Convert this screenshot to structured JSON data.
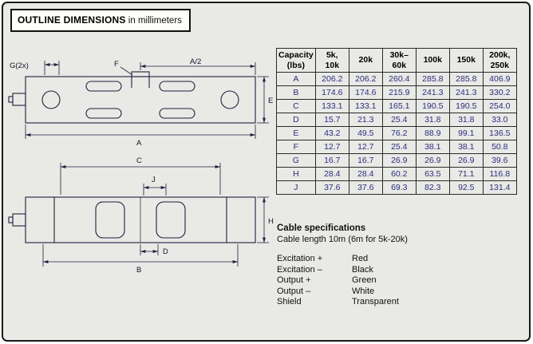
{
  "header": {
    "title": "OUTLINE DIMENSIONS",
    "subtitle": " in millimeters"
  },
  "table": {
    "col_headers": [
      "Capacity\n(lbs)",
      "5k,\n10k",
      "20k",
      "30k–\n60k",
      "100k",
      "150k",
      "200k,\n250k"
    ],
    "rows": [
      {
        "label": "A",
        "values": [
          "206.2",
          "206.2",
          "260.4",
          "285.8",
          "285.8",
          "406.9"
        ]
      },
      {
        "label": "B",
        "values": [
          "174.6",
          "174.6",
          "215.9",
          "241.3",
          "241.3",
          "330.2"
        ]
      },
      {
        "label": "C",
        "values": [
          "133.1",
          "133.1",
          "165.1",
          "190.5",
          "190.5",
          "254.0"
        ]
      },
      {
        "label": "D",
        "values": [
          "15.7",
          "21.3",
          "25.4",
          "31.8",
          "31.8",
          "33.0"
        ]
      },
      {
        "label": "E",
        "values": [
          "43.2",
          "49.5",
          "76.2",
          "88.9",
          "99.1",
          "136.5"
        ]
      },
      {
        "label": "F",
        "values": [
          "12.7",
          "12.7",
          "25.4",
          "38.1",
          "38.1",
          "50.8"
        ]
      },
      {
        "label": "G",
        "values": [
          "16.7",
          "16.7",
          "26.9",
          "26.9",
          "26.9",
          "39.6"
        ]
      },
      {
        "label": "H",
        "values": [
          "28.4",
          "28.4",
          "60.2",
          "63.5",
          "71.1",
          "116.8"
        ]
      },
      {
        "label": "J",
        "values": [
          "37.6",
          "37.6",
          "69.3",
          "82.3",
          "92.5",
          "131.4"
        ]
      }
    ]
  },
  "cable": {
    "title": "Cable specifications",
    "length_note": "Cable length 10m (6m for 5k-20k)",
    "wires": [
      {
        "name": "Excitation +",
        "color": "Red"
      },
      {
        "name": "Excitation –",
        "color": "Black"
      },
      {
        "name": "Output +",
        "color": "Green"
      },
      {
        "name": "Output –",
        "color": "White"
      },
      {
        "name": "Shield",
        "color": "Transparent"
      }
    ]
  },
  "drawing": {
    "labels": {
      "g": "G(2x)",
      "f": "F",
      "a_half": "A/2",
      "e": "E",
      "a": "A",
      "c": "C",
      "j": "J",
      "h": "H",
      "d": "D",
      "b": "B"
    }
  },
  "colors": {
    "page_bg": "#e9e9e6",
    "border": "#1a1a1a",
    "table_value_text": "#2b2e7e",
    "drawing_stroke": "#20203f"
  }
}
